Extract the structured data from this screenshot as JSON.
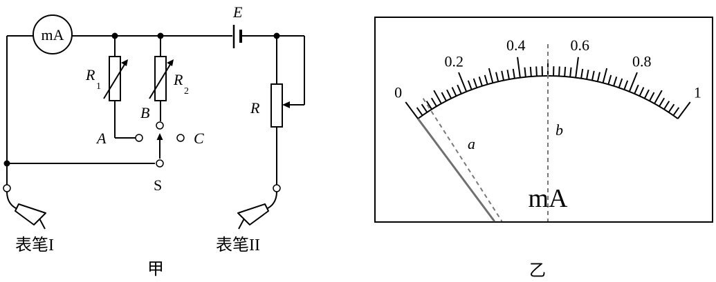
{
  "circuit": {
    "caption": "甲",
    "meter_label": "mA",
    "battery_label": "E",
    "r1_label": "R",
    "r1_sub": "1",
    "r2_label": "R",
    "r2_sub": "2",
    "rheostat_label": "R",
    "contact_a": "A",
    "contact_b": "B",
    "contact_c": "C",
    "switch_label": "S",
    "probe_1_label": "表笔I",
    "probe_2_label": "表笔II"
  },
  "dial": {
    "caption": "乙",
    "unit": "mA",
    "scale_labels": [
      "0",
      "0.2",
      "0.4",
      "0.6",
      "0.8",
      "1"
    ],
    "line_a_label": "a",
    "line_b_label": "b",
    "scale_min": 0,
    "scale_max": 1,
    "minor_division": 0.02,
    "pointer_reading": 0,
    "line_a_reading": 0.055,
    "line_b_reading": 0.5
  }
}
